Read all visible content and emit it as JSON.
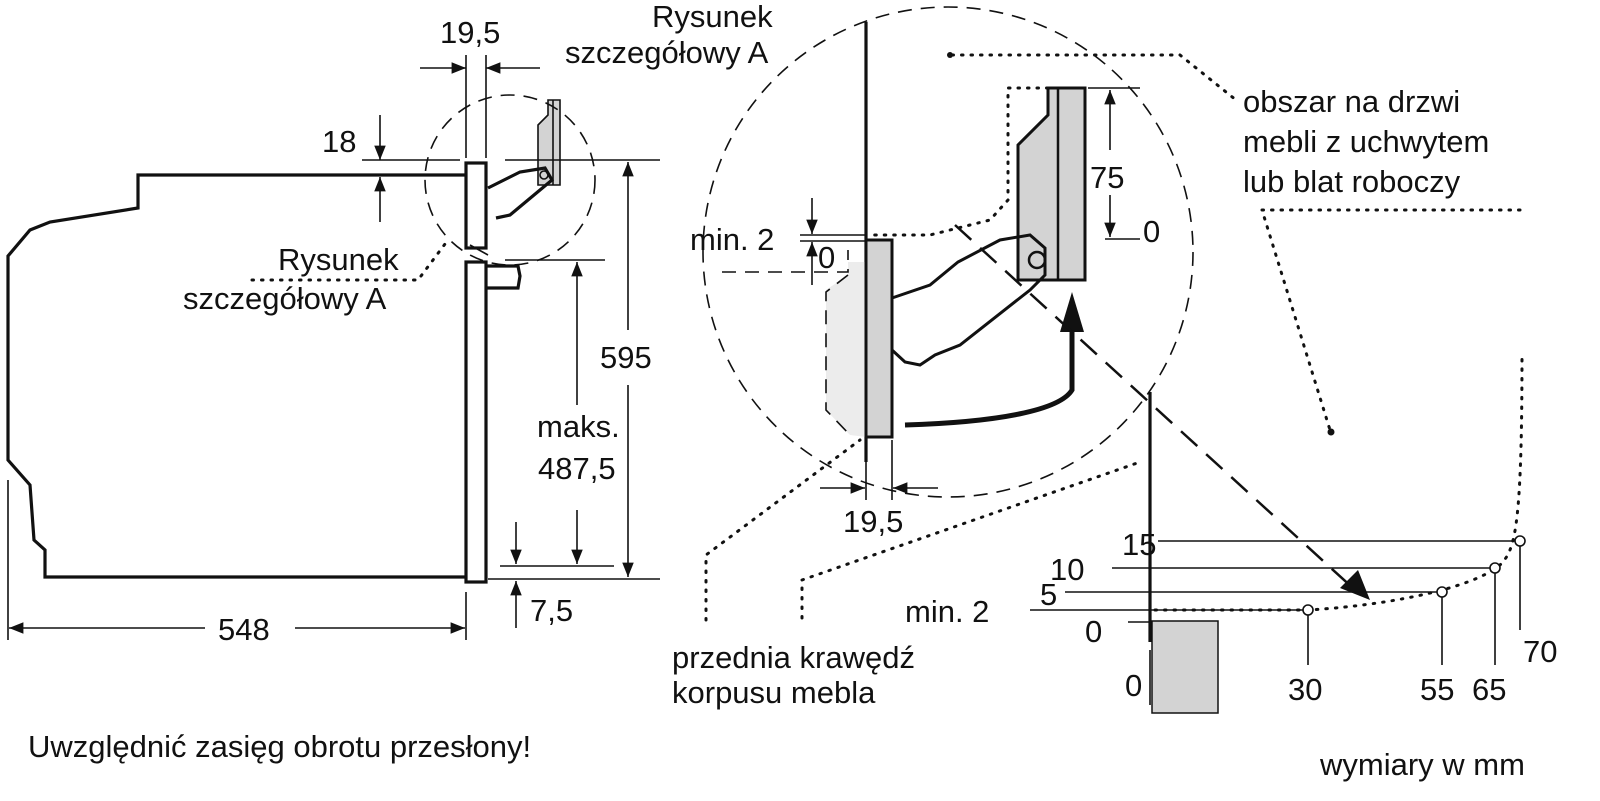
{
  "labels": {
    "detail_a_top_line1": "Rysunek",
    "detail_a_top_line2": "szczegółowy A",
    "detail_a_left_line1": "Rysunek",
    "detail_a_left_line2": "szczegółowy A",
    "furniture_area_line1": "obszar na drzwi",
    "furniture_area_line2": "mebli z uchwytem",
    "furniture_area_line3": "lub blat roboczy",
    "front_edge_line1": "przednia krawędź",
    "front_edge_line2": "korpusu mebla",
    "warning": "Uwzględnić zasięg obrotu przesłony!",
    "units": "wymiary w mm"
  },
  "dimensions": {
    "panel_thickness_top": "19,5",
    "top_offset": "18",
    "height": "595",
    "max_label": "maks.",
    "max_value": "487,5",
    "bottom_offset": "7,5",
    "depth": "548",
    "detail_thickness": "19,5",
    "detail_min_gap": "min. 2",
    "detail_zero": "0",
    "door_height": "75",
    "door_zero": "0"
  },
  "clearance_chart": {
    "y_labels": [
      "15",
      "10",
      "5",
      "min. 2",
      "0"
    ],
    "x_labels": [
      "0",
      "30",
      "55",
      "65",
      "70"
    ]
  }
}
